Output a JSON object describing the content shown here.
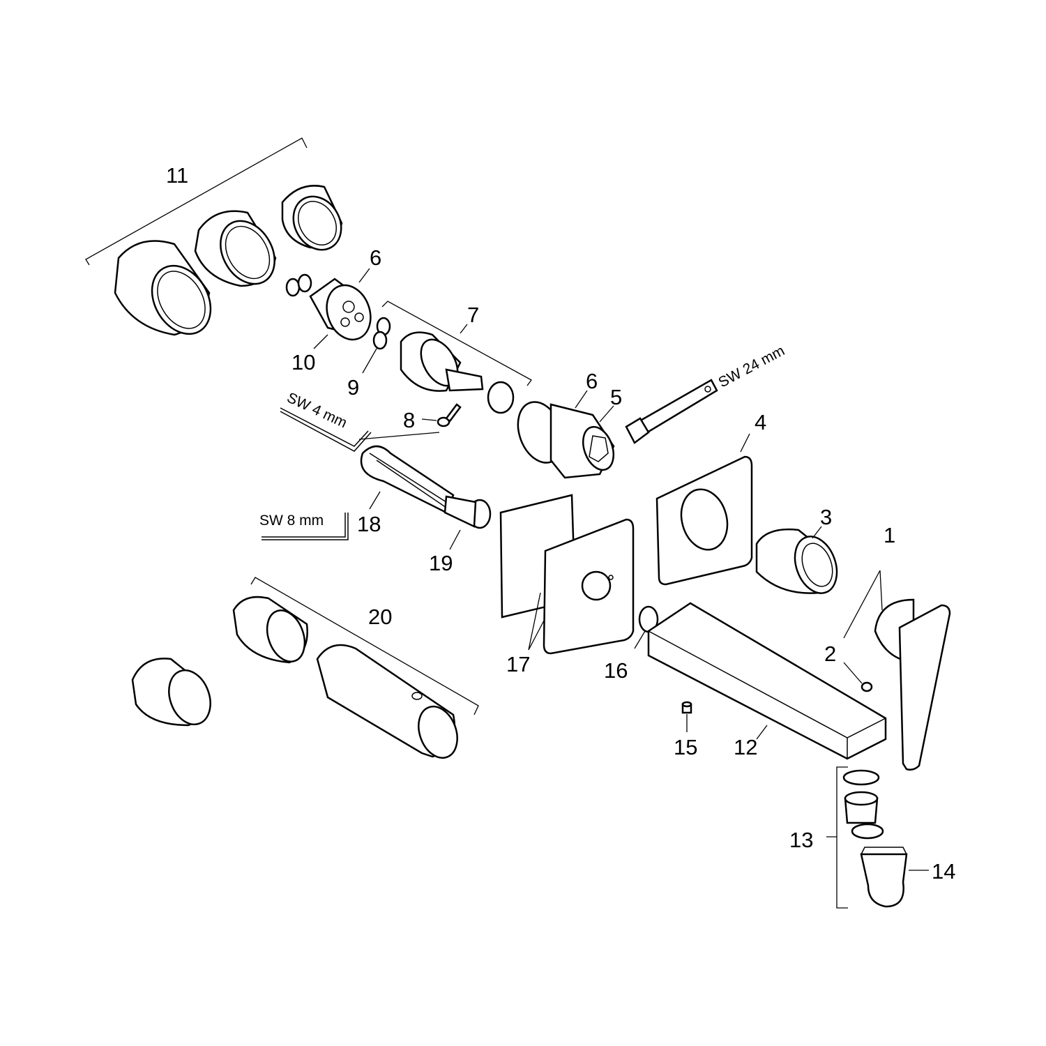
{
  "labels": {
    "p1": "1",
    "p2": "2",
    "p3": "3",
    "p4": "4",
    "p5": "5",
    "p6a": "6",
    "p6b": "6",
    "p7": "7",
    "p8": "8",
    "p9": "9",
    "p10": "10",
    "p11": "11",
    "p12": "12",
    "p13": "13",
    "p14": "14",
    "p15": "15",
    "p16": "16",
    "p17": "17",
    "p18": "18",
    "p19": "19",
    "p20": "20"
  },
  "tools": {
    "sw24": "SW 24 mm",
    "sw4": "SW 4 mm",
    "sw8": "SW 8 mm"
  }
}
